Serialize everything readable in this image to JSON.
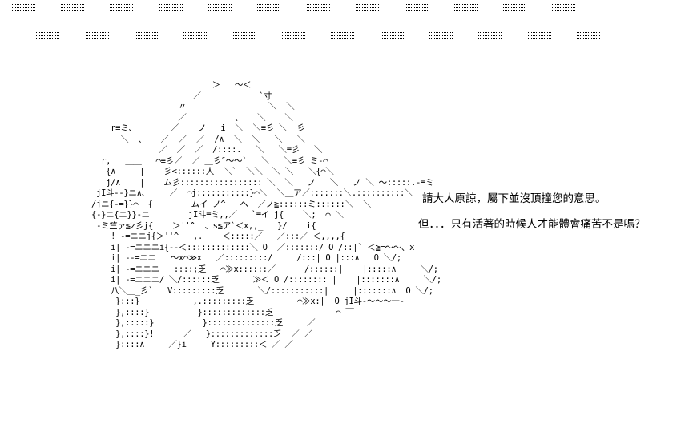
{
  "dialogue": {
    "line1": "請大人原諒，屬下並沒頂撞您的意思。",
    "line2": "但．．．只有活著的時候人才能體會痛苦不是嗎？"
  },
  "art": {
    "text": "                           ＞   ～＜\n                       ／            `寸\n                    〃                 ＼  ＼\n                    ／          、   ＼    ＼\n      r≡ミ、       ／    ノ   i  ＼  ＼≡彡 ＼  彡\n        ＼  、   ／  ／  ／  /∧  ＼  ＼   ＼   ＼\n                ／  ／  ／  /::::.   ＼   ＼≡彡   ＼\n    r,   ＿＿   ⌒≡彡／  ／ ＿彡″～～`   ＼   ＼≡彡 ミ-⌒\n     {∧     |    彡<::::::人  ＼`  ＼＼  ＼ ＼   ＼{⌒＼\n     j/∧    |    ム彡::::::::::::::::: ＼  ＼   ノ   ＼   ノ ＼ ～:::::.-≡ミ\n   jI斗--}ニ∧、    ／  ⌒j:::::::::::}⌒＼  ＼＿ア／:::::::＼.::::::::::＼\n  /jニ{-=}}⌒  {        ムイ ノ^   ヘ  ／ノ≧::::::ミ::::::＼  ＼\n  {-}ニ{ニ}}-ニ        jI斗≡ミ,,／   `≡イ j{    ＼;  ⌒ ＼\n   -ミ竺ァ≦z彡j{    ＞''^  、s≦ア`＜x,,_   }/    i{\n      ! -=ニニj{＞''^   ,.    ＜:::::／   ／:::／ ＜,,,,{\n      i| -=ニニニi{--＜:::::::::::::＼ O  ／:::::::/ O /::|` ＜≧=～～、x\n      i| --=ニニ   ～x⌒≫x   ／:::::::::/     /:::| O |:::∧   O ＼/;\n      i| -=ニニニ   ::::;乏   ⌒≫x::::::／      /::::::|    |:::::∧     ＼/;\n      i| -=ニニニ/ ＼/::::::乏       ≫＜ O /:::::::: |    |:::::::∧     ＼/;\n      八＼＿_彡`   V:::::::::乏       ＼/:::::::::::|     |:::::::∧  O ＼/;\n       }:::}           ,.:::::::::乏         ⌒≫x:|  O jI斗-～～～一-\n       },::::}          }:::::::::::::乏             ⌒ ￣\n       },:::::}          }::::::::::::::乏     ／\n       },::::}!      ／   }:::::::::::::乏  ／ ／\n       }::::∧     ／}i     Y:::::::::＜ ／ ／"
  }
}
